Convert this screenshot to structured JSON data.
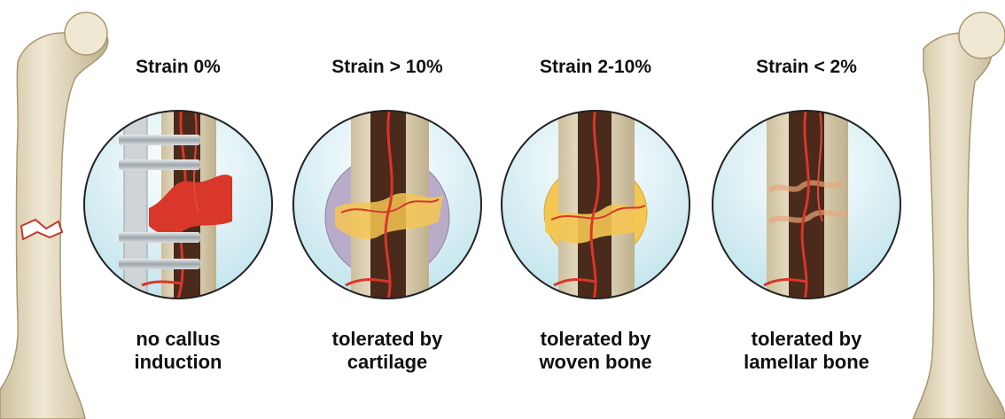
{
  "panels": [
    {
      "key": "strain-0",
      "title": "Strain 0%",
      "caption_lines": [
        "no callus",
        "induction"
      ]
    },
    {
      "key": "strain-over-10",
      "title": "Strain > 10%",
      "caption_lines": [
        "tolerated by",
        "cartilage"
      ]
    },
    {
      "key": "strain-2-10",
      "title": "Strain 2-10%",
      "caption_lines": [
        "tolerated by",
        "woven bone"
      ]
    },
    {
      "key": "strain-under-2",
      "title": "Strain < 2%",
      "caption_lines": [
        "tolerated by",
        "lamellar bone"
      ]
    }
  ],
  "colors": {
    "bone": "#e9e1c9",
    "bone_shade": "#c9bb98",
    "marrow": "#4a2a1a",
    "vessel": "#d8372a",
    "sky": "#cfe9ef",
    "cartilage": "#b8acc8",
    "woven_callus": "#f4c653",
    "plate": "#cfd3d6",
    "screw": "#aeb4b8"
  }
}
